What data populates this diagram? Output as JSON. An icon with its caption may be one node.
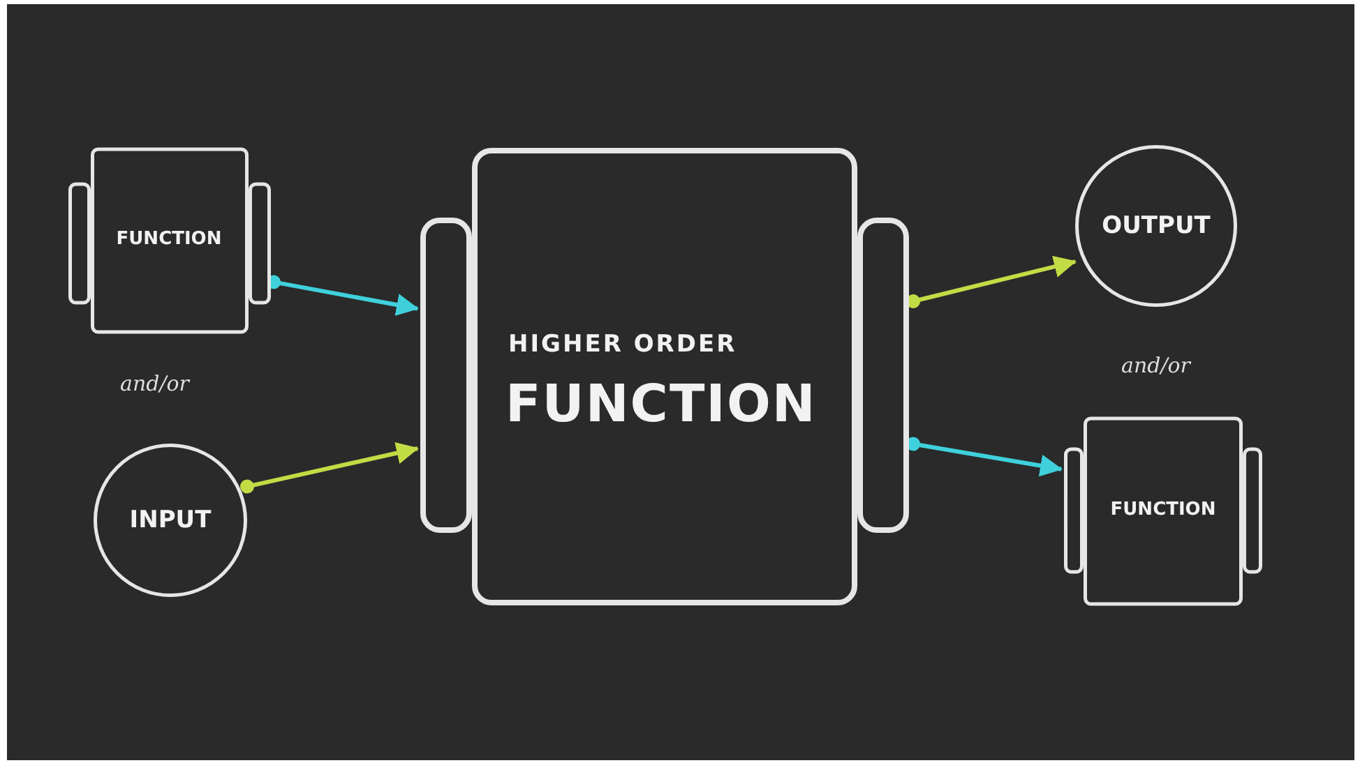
{
  "diagram": {
    "nodes": [
      {
        "text": [
          "FUNCTION"
        ]
      },
      {
        "text": [
          "INPUT"
        ]
      },
      {
        "text": [
          "HIGHER ORDER",
          "FUNCTION"
        ]
      },
      {
        "text": [
          "OUTPUT"
        ]
      },
      {
        "text": [
          "FUNCTION"
        ]
      }
    ],
    "edges": [
      {
        "from": 0,
        "to": 2,
        "arrow": "to",
        "color": "#3fd0dc"
      },
      {
        "from": 1,
        "to": 2,
        "arrow": "to",
        "color": "#c2dc45"
      },
      {
        "from": 2,
        "to": 3,
        "arrow": "to",
        "color": "#c2dc45"
      },
      {
        "from": 2,
        "to": 4,
        "arrow": "to",
        "color": "#3fd0dc"
      }
    ],
    "labels": [
      "and/or",
      "and/or"
    ]
  }
}
